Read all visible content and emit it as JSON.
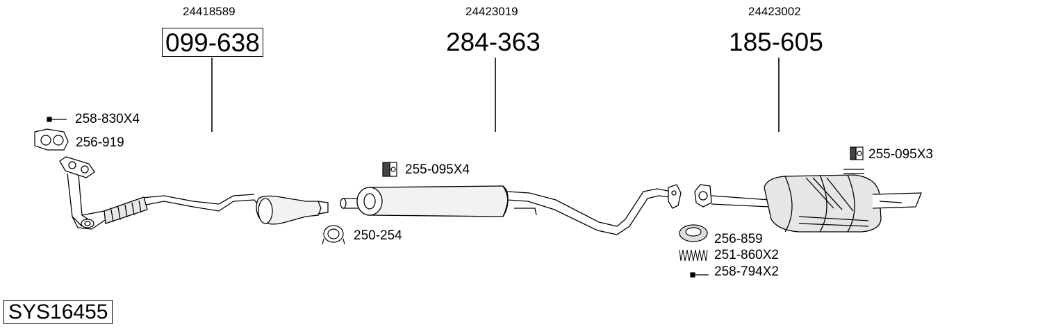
{
  "parts": {
    "front_pipe": {
      "oe_number": "24418589",
      "part_number": "099-638"
    },
    "middle_silencer": {
      "oe_number": "24423019",
      "part_number": "284-363"
    },
    "rear_silencer": {
      "oe_number": "24423002",
      "part_number": "185-605"
    }
  },
  "accessories": {
    "bolt_front": "258-830X4",
    "gasket_front": "256-919",
    "rubber_mount_middle": "255-095X4",
    "clamp": "250-254",
    "rubber_mount_rear": "255-095X3",
    "gasket_ring": "256-859",
    "spring": "251-860X2",
    "bolt_rear": "258-794X2"
  },
  "system_code": "SYS16455"
}
